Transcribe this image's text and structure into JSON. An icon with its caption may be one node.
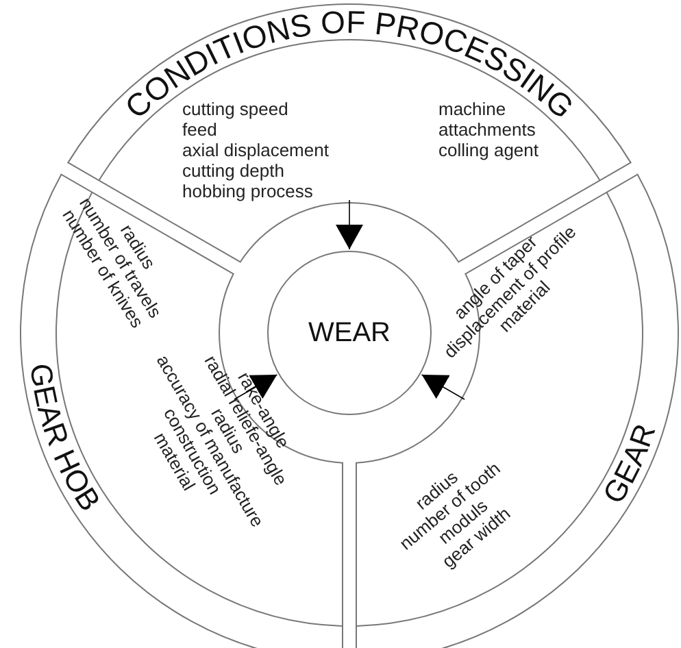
{
  "diagram": {
    "nodes": [
      {
        "text": [
          "CONDITIONS OF PROCESSING",
          "cutting speed",
          "feed",
          "axial displacement",
          "cutting depth",
          "hobbing process",
          "machine",
          "attachments",
          "colling agent"
        ]
      },
      {
        "text": [
          "GEAR HOB",
          "radius",
          "number of travels",
          "number of knives",
          "rake-angle",
          "radial reliefe-angle",
          "radius",
          "accuracy of manufacture",
          "construction",
          "material"
        ]
      },
      {
        "text": [
          "GEAR",
          "angle of taper",
          "displacement of profile",
          "material",
          "radius",
          "number of tooth",
          "moduls",
          "gear width"
        ]
      },
      {
        "text": [
          "WEAR"
        ]
      }
    ],
    "edges": [
      {
        "from": 0,
        "to": 3,
        "arrow": "to"
      },
      {
        "from": 1,
        "to": 3,
        "arrow": "to"
      },
      {
        "from": 2,
        "to": 3,
        "arrow": "to"
      }
    ]
  }
}
